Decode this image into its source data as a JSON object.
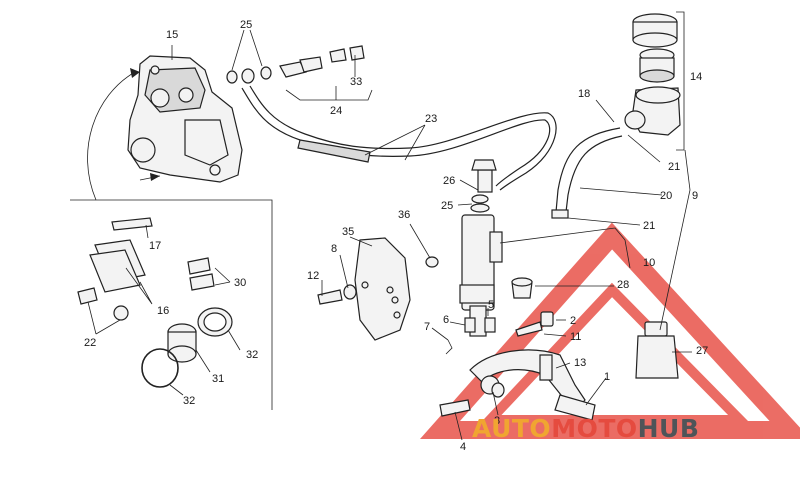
{
  "callouts": [
    "15",
    "25",
    "33",
    "24",
    "23",
    "14",
    "18",
    "21",
    "20",
    "9",
    "26",
    "25",
    "21",
    "36",
    "35",
    "8",
    "12",
    "10",
    "28",
    "17",
    "30",
    "16",
    "22",
    "2",
    "6",
    "7",
    "11",
    "5",
    "27",
    "13",
    "32",
    "31",
    "32",
    "1",
    "3",
    "4"
  ],
  "brand": {
    "part1": "AUTO",
    "part2": "MOTO",
    "part3": "HUB"
  },
  "colors": {
    "warning_red": "#e8534a",
    "brand_orange": "#f0a531",
    "brand_red": "#e54b3f",
    "brand_grey": "#4f5458"
  },
  "icons": {
    "watermark": "warning-triangle-icon"
  }
}
